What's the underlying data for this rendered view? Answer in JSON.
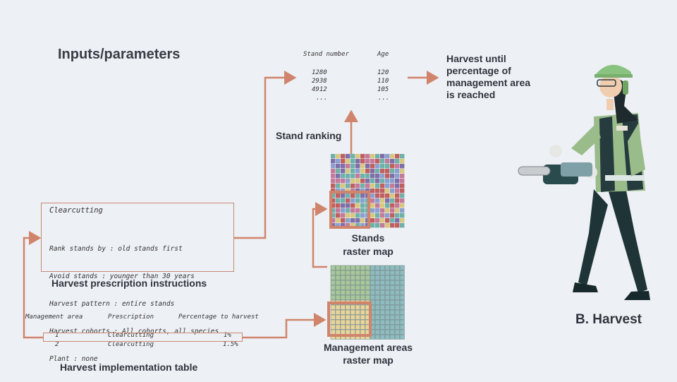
{
  "title": "Inputs/parameters",
  "ranking_table": {
    "headers": [
      "Stand number",
      "Age"
    ],
    "rows": [
      [
        "1280",
        "120"
      ],
      [
        "2938",
        "110"
      ],
      [
        "4912",
        "105"
      ],
      [
        "...",
        "..."
      ]
    ]
  },
  "harvest_until_lines": [
    "Harvest until",
    "percentage of",
    "management area",
    "is reached"
  ],
  "stand_ranking_label": "Stand ranking",
  "stands_map_label_lines": [
    "Stands",
    "raster map"
  ],
  "mgmt_map_label_lines": [
    "Management areas",
    "raster map"
  ],
  "prescription": {
    "name": "Clearcutting",
    "lines": [
      "Rank stands by : old stands first",
      "Avoid stands : younger than 30 years",
      "Harvest pattern : entire stands",
      "Harvest cohorts : All cohorts, all species",
      "Plant : none"
    ],
    "caption": "Harvest prescription instructions"
  },
  "implementation_table": {
    "headers": [
      "Management area",
      "Prescription",
      "Percentage to harvest"
    ],
    "rows": [
      [
        "1",
        "Clearcutting",
        "1%"
      ],
      [
        "2",
        "Clearcutting",
        "1.5%"
      ]
    ],
    "caption": "Harvest implementation table"
  },
  "section_label": "B. Harvest",
  "colors": {
    "arrow": "#d0846b",
    "stand_palette": [
      "#c05f5f",
      "#7e6fa8",
      "#6fb0a8",
      "#d8c77e",
      "#8aa0cf",
      "#c47a99"
    ],
    "mgmt_green": "#a9c89a",
    "mgmt_yellow": "#e9d59c",
    "mgmt_teal": "#8fbcbf"
  },
  "icons": [
    "person-with-chainsaw-illustration"
  ]
}
